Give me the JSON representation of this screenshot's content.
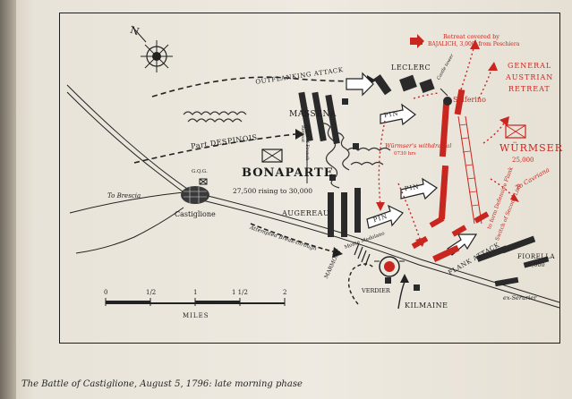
{
  "caption": "The Battle of Castiglione, August 5, 1796: late morning phase",
  "compass": {
    "north": "N"
  },
  "labels": {
    "leclerc": "LECLERC",
    "massena": "MASSENA",
    "bonaparte": "BONAPARTE",
    "bonaparte_strength": "27,500 rising to 30,000",
    "augereau": "AUGEREAU",
    "outflanking": "OUTFLANKING ATTACK",
    "despinois": "Part DESPINOIS",
    "gqg": "G.Q.G.",
    "to_brescia": "To Brescia",
    "castiglione": "Castiglione",
    "attempted_break": "Attempted Break-through",
    "monte_medolano": "Monte Medolano",
    "marmont": "MARMONT",
    "verdier": "VERDIER",
    "kilmaine": "KILMAINE",
    "flank_attack": "FLANK ATTACK",
    "fiorella": "FIORELLA",
    "fiorella_strength": "5,000",
    "ex_serurier": "ex-Sérurier",
    "french_retreat": "Limit of French Retreat",
    "pin_1": "PIN",
    "pin_2": "PIN",
    "pin_3": "PIN",
    "tower": "Castle tower",
    "miles": "MILES",
    "scale_ticks": [
      "0",
      "1/2",
      "1",
      "1 1/2",
      "2"
    ]
  },
  "red_labels": {
    "retreat_covered": "Retreat covered by",
    "bajalich": "BAJALICH, 3,000, from Peschiera",
    "general_austrian": "GENERAL",
    "austrian": "AUSTRIAN",
    "retreat": "RETREAT",
    "solferino": "Solferino",
    "wurmser": "WÜRMSER",
    "wurmser_strength": "25,000",
    "wurmser_withdrawal": "Würmser's withdrawal",
    "withdrawal_time": "0730 hrs",
    "to_cavriana": "To Cavriana",
    "switch_line": "Switch of Second Line",
    "to_form": "to form Defensive Flank"
  },
  "colors": {
    "french": "#2a2a2a",
    "austrian": "#c8261e",
    "paper": "#eeeae1"
  }
}
